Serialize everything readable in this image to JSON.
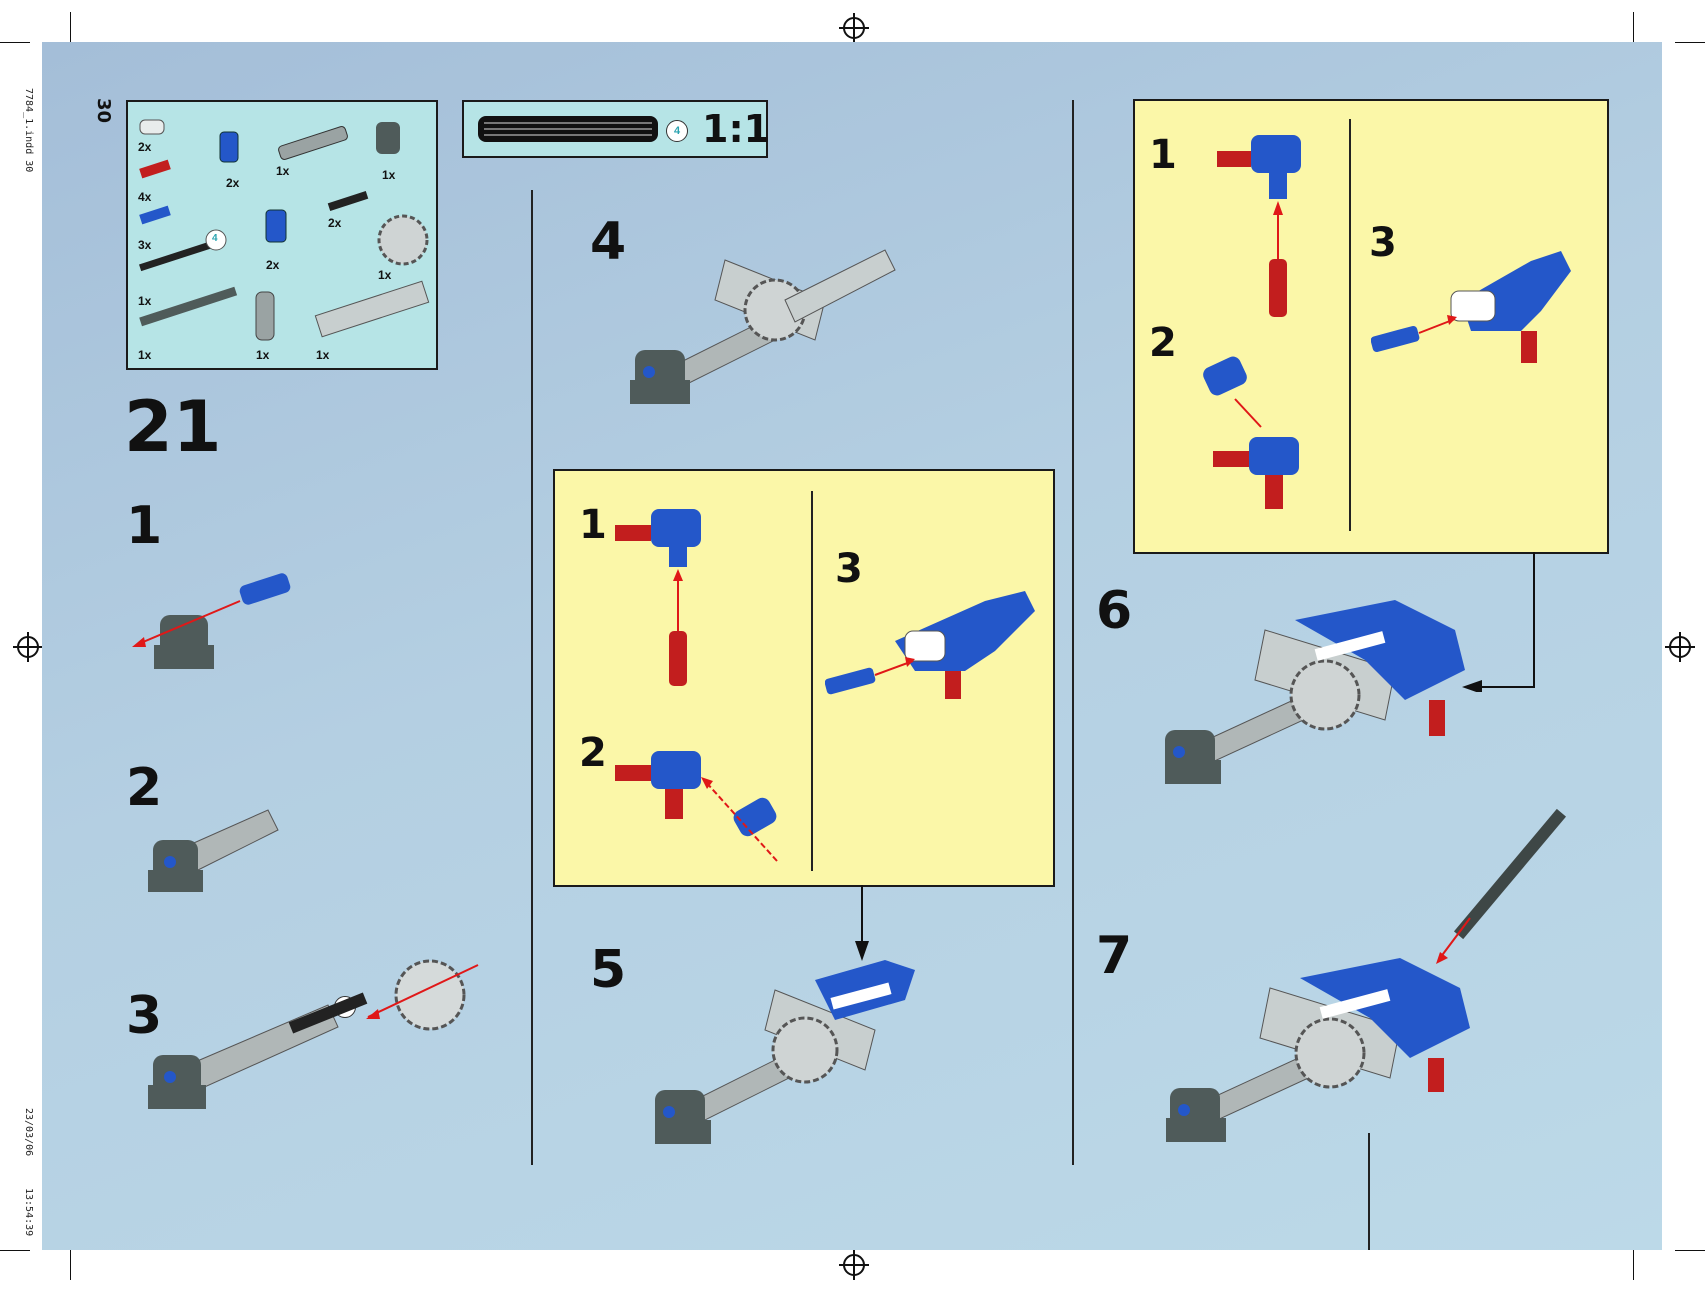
{
  "slug": {
    "file": "7784_1.indd   30",
    "date": "23/03/06",
    "time": "13:54:39"
  },
  "page_number": "30",
  "inventory": {
    "quantities": [
      "2x",
      "2x",
      "1x",
      "1x",
      "4x",
      "2x",
      "3x",
      "2x",
      "1x",
      "1x",
      "1x",
      "1x",
      "1x"
    ],
    "axle_length": "4"
  },
  "scale_box": {
    "axle_length": "4",
    "label": "1:1"
  },
  "main_step": "21",
  "steps": {
    "s1": "1",
    "s2": "2",
    "s3": "3",
    "s3_axle": "4",
    "s4": "4",
    "s5": "5",
    "s6": "6",
    "s7": "7"
  },
  "subassembly_a": {
    "n1": "1",
    "n2": "2",
    "n3": "3"
  },
  "subassembly_b": {
    "n1": "1",
    "n2": "2",
    "n3": "3"
  },
  "colors": {
    "background": "#b4cfe2",
    "inventory_bg": "#b6e4e6",
    "subassembly_bg": "#fbf7a8",
    "brick_blue": "#2457c9",
    "brick_red": "#c21e1e",
    "brick_grey": "#9aa3a3",
    "brick_dark": "#4f5b5a",
    "arrow": "#e01818"
  }
}
